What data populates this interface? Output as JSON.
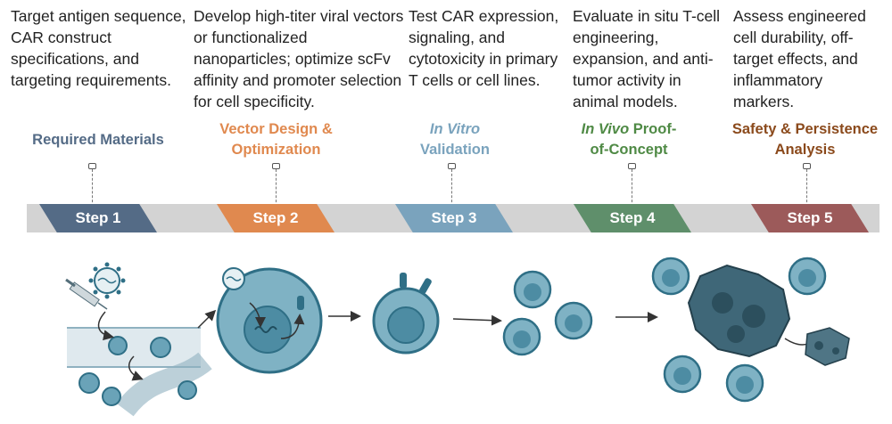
{
  "descriptions": [
    "Target antigen sequence, CAR construct specifications, and targeting requirements.",
    "Develop high-titer viral vectors or functionalized nanoparticles; optimize scFv affinity and promoter selection for cell specificity.",
    "Test CAR expression, signaling, and cytotoxicity in primary T cells or cell lines.",
    "Evaluate in situ T-cell engineering, expansion, and anti-tumor activity in animal models.",
    "Assess engineered cell durability, off-target effects, and inflammatory markers."
  ],
  "titles": {
    "t1": {
      "line1": "Required Materials"
    },
    "t2": {
      "line1": "Vector Design &",
      "line2": "Optimization"
    },
    "t3": {
      "line1_italic": "In Vitro",
      "line2": "Validation"
    },
    "t4": {
      "line1_italic": "In Vivo",
      "line1_rest": " Proof-",
      "line2": "of-Concept"
    },
    "t5": {
      "line1": "Safety & Persistence",
      "line2": "Analysis"
    }
  },
  "steps": [
    "Step 1",
    "Step 2",
    "Step 3",
    "Step 4",
    "Step 5"
  ],
  "colors": {
    "step1": "#546b86",
    "step2": "#e0894f",
    "step3": "#7aa3bd",
    "step4": "#5f8f6b",
    "step5": "#9c5a5a",
    "title1": "#546b86",
    "title2": "#e0894f",
    "title3": "#7aa3bd",
    "title4": "#4f8a45",
    "title5": "#8b4a1c",
    "cell": "#6aa3b8",
    "cell_dark": "#2f6f86"
  }
}
